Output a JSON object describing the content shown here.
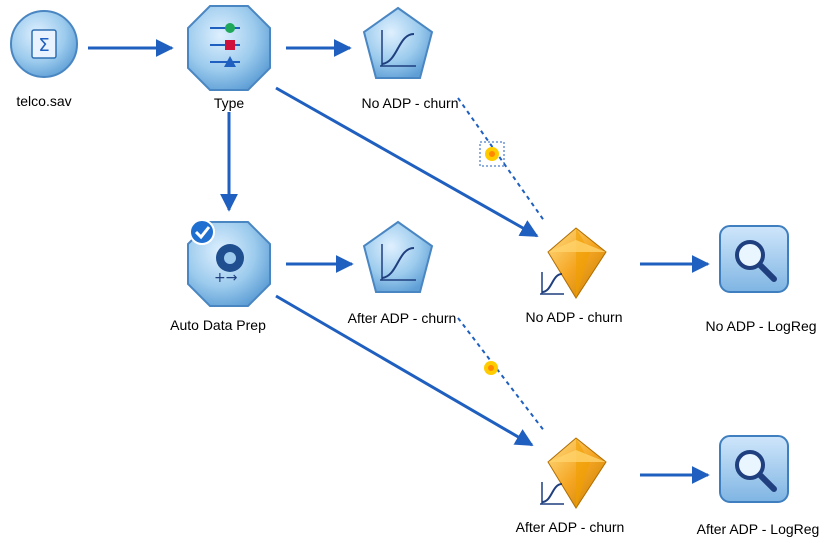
{
  "colors": {
    "link": "#1f5fbf",
    "node_fill": "#8fc4ea",
    "node_edge": "#3f7fbf",
    "nugget_gold": "#f5a623",
    "highlight": "#ffcc00"
  },
  "nodes": [
    {
      "id": "telco",
      "label": "telco.sav",
      "icon": "sigma-icon",
      "shape": "circle"
    },
    {
      "id": "type",
      "label": "Type",
      "icon": "type-fields-icon",
      "shape": "octagon"
    },
    {
      "id": "no_adp_model",
      "label": "No ADP - churn",
      "icon": "logistic-curve-icon",
      "shape": "pentagon"
    },
    {
      "id": "auto_data_prep",
      "label": "Auto Data Prep",
      "icon": "gear-check-icon",
      "shape": "octagon"
    },
    {
      "id": "after_adp_model",
      "label": "After ADP - churn",
      "icon": "logistic-curve-icon",
      "shape": "pentagon"
    },
    {
      "id": "no_adp_nugget",
      "label": "No ADP - churn",
      "icon": "gold-nugget-icon",
      "shape": "diamond"
    },
    {
      "id": "after_adp_nugget",
      "label": "After ADP - churn",
      "icon": "gold-nugget-icon",
      "shape": "diamond"
    },
    {
      "id": "no_adp_analysis",
      "label": "No ADP - LogReg",
      "icon": "magnifier-icon",
      "shape": "rounded-square"
    },
    {
      "id": "after_adp_analysis",
      "label": "After ADP - LogReg",
      "icon": "magnifier-icon",
      "shape": "rounded-square"
    }
  ],
  "links": [
    {
      "from": "telco",
      "to": "type",
      "style": "solid"
    },
    {
      "from": "type",
      "to": "no_adp_model",
      "style": "solid"
    },
    {
      "from": "type",
      "to": "auto_data_prep",
      "style": "solid"
    },
    {
      "from": "type",
      "to": "no_adp_nugget",
      "style": "solid"
    },
    {
      "from": "no_adp_model",
      "to": "no_adp_nugget",
      "style": "dotted"
    },
    {
      "from": "auto_data_prep",
      "to": "after_adp_model",
      "style": "solid"
    },
    {
      "from": "auto_data_prep",
      "to": "after_adp_nugget",
      "style": "solid"
    },
    {
      "from": "after_adp_model",
      "to": "after_adp_nugget",
      "style": "dotted"
    },
    {
      "from": "no_adp_nugget",
      "to": "no_adp_analysis",
      "style": "solid"
    },
    {
      "from": "after_adp_nugget",
      "to": "after_adp_analysis",
      "style": "solid"
    }
  ]
}
